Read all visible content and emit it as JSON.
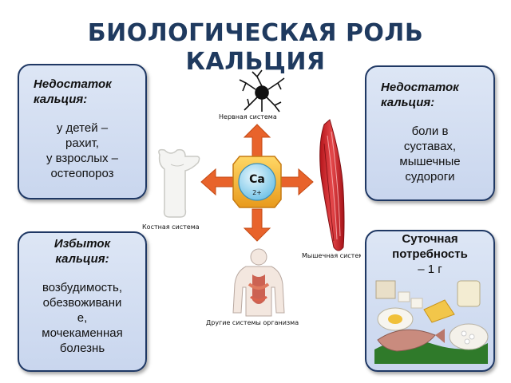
{
  "title": "БИОЛОГИЧЕСКАЯ РОЛЬ КАЛЬЦИЯ",
  "title_line1": "БИОЛОГИЧЕСКАЯ РОЛЬ",
  "title_line2": "КАЛЬЦИЯ",
  "cards": {
    "top_left": {
      "heading_line1": "Недостаток",
      "heading_line2": "кальция:",
      "body": [
        "у детей –",
        "рахит,",
        "у взрослых –",
        "остеопороз"
      ]
    },
    "top_right": {
      "heading_line1": "Недостаток",
      "heading_line2": "кальция:",
      "body": [
        "боли в",
        "суставах,",
        "мышечные",
        "судороги"
      ]
    },
    "bottom_left": {
      "heading_line1": "Избыток",
      "heading_line2": "кальция:",
      "body": [
        "возбудимость,",
        "обезвоживани",
        "е,",
        "мочекаменная",
        "болезнь"
      ]
    },
    "bottom_right": {
      "heading_line1": "Суточная",
      "heading_line2": "потребность",
      "heading_line3": "– 1 г"
    }
  },
  "center": {
    "element": "Ca",
    "charge": "2+",
    "labels": {
      "nervous": "Нервная система",
      "bone": "Костная система",
      "muscle": "Мышечная система",
      "other": "Другие системы организма"
    }
  },
  "colors": {
    "title": "#1f3a5f",
    "card_border": "#1f3864",
    "card_fill": "#c9d6ee",
    "arrow": "#e8632b",
    "hub": "#f2b233",
    "ca_circle": "#9fd6f0"
  }
}
